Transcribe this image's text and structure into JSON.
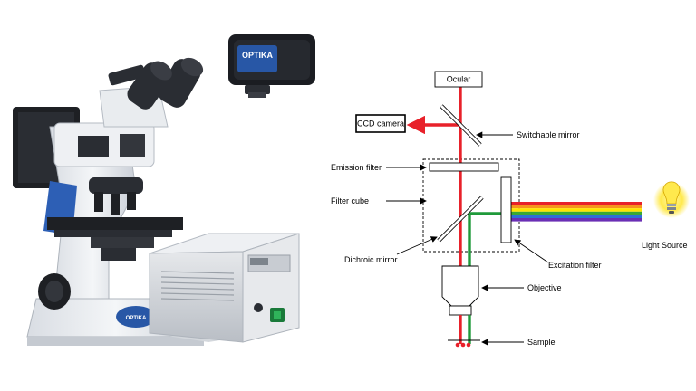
{
  "photo": {
    "camera_brand": "OPTIKA",
    "microscope_brand": "OPTIKA"
  },
  "diagram": {
    "labels": {
      "ocular": "Ocular",
      "ccd_camera": "CCD camera",
      "switchable_mirror": "Switchable mirror",
      "emission_filter": "Emission filter",
      "filter_cube": "Filter cube",
      "dichroic_mirror": "Dichroic mirror",
      "excitation_filter": "Excitation filter",
      "light_source": "Light Source",
      "objective": "Objective",
      "sample": "Sample"
    },
    "colors": {
      "emission_beam": "#e8212a",
      "excitation_beam": "#1f9a3a",
      "spectrum": [
        "#e8212a",
        "#f7941d",
        "#ffe600",
        "#3aa935",
        "#2f6fd6",
        "#6a2fb5"
      ],
      "bulb": "#ffe94d"
    }
  }
}
